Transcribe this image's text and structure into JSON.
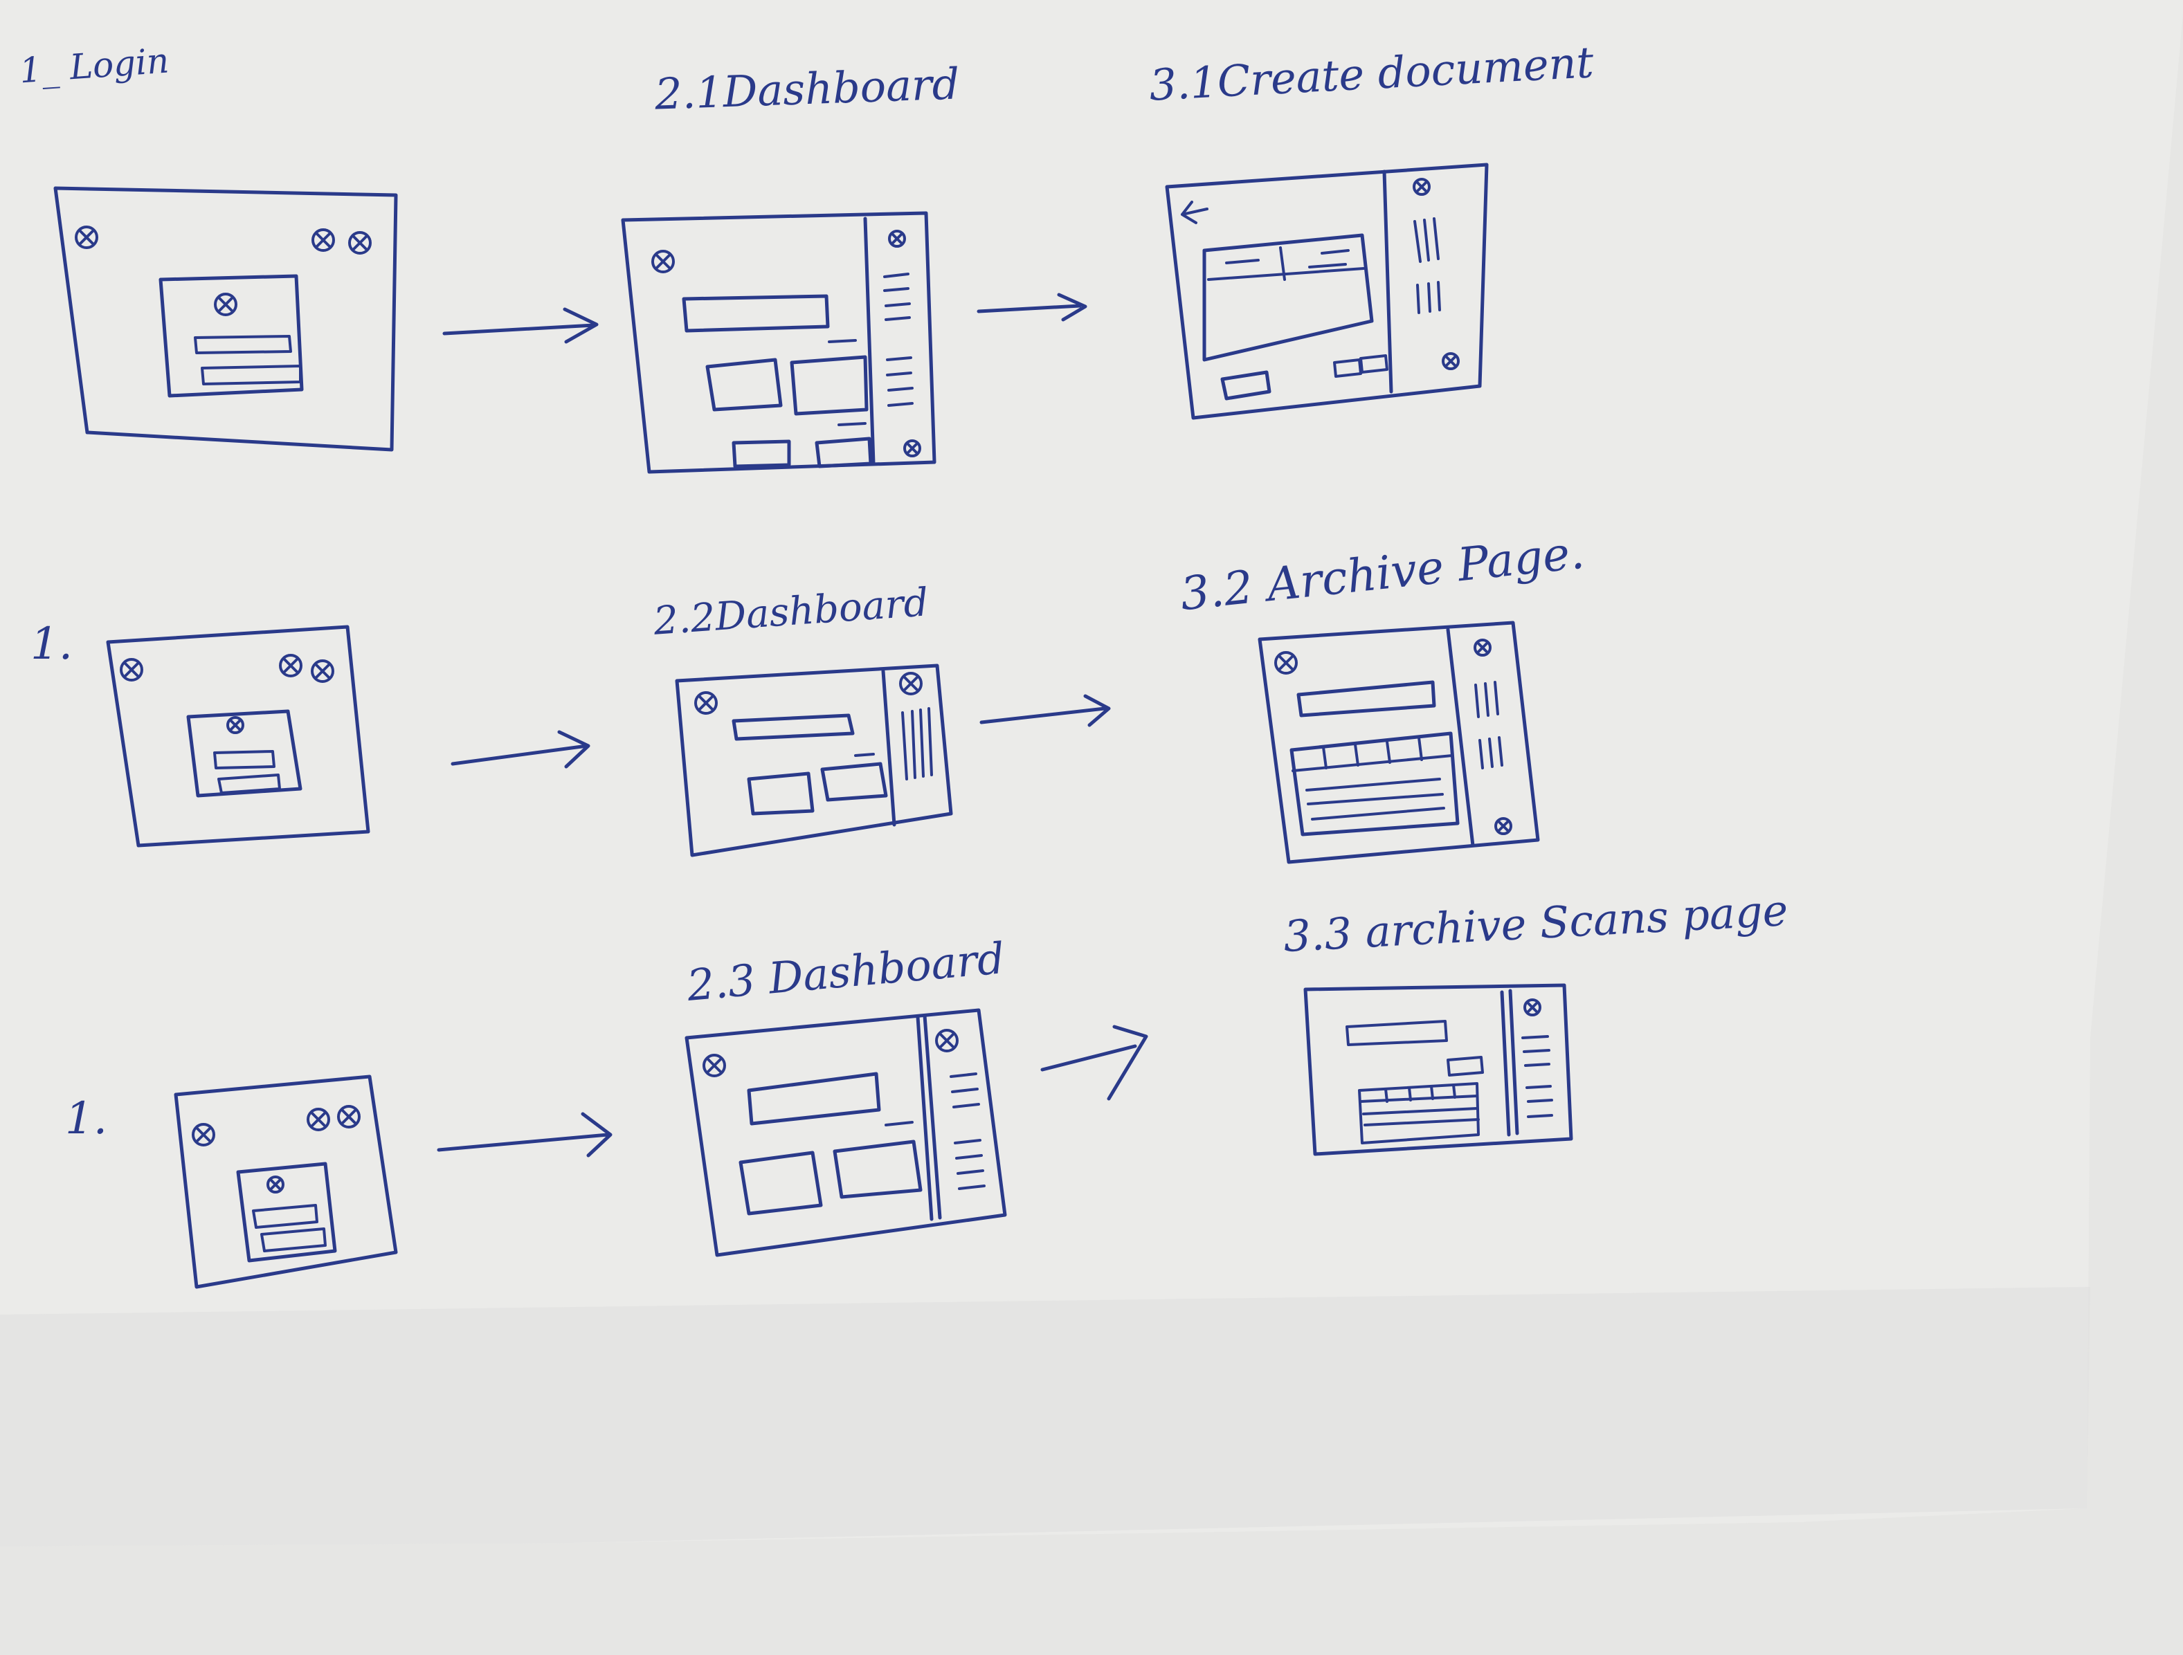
{
  "colors": {
    "ink": "#2a3a8a",
    "paper": "#e9e9e7",
    "background": "#e6e6e4"
  },
  "labels": {
    "login": "1_ Login",
    "dashboard_1": "2.1Dashboard",
    "create_document": "3.1Create document",
    "row2_marker": "1.",
    "dashboard_2": "2.2Dashboard",
    "archive_page": "3.2 Archive Page.",
    "row3_marker": "1.",
    "dashboard_3": "2.3 Dashboard",
    "archive_scans_page": "3.3 archive Scans page"
  },
  "icons": [
    "close-circle-icon",
    "back-arrow-icon",
    "hamburger-lines-icon",
    "flow-arrow-icon"
  ]
}
